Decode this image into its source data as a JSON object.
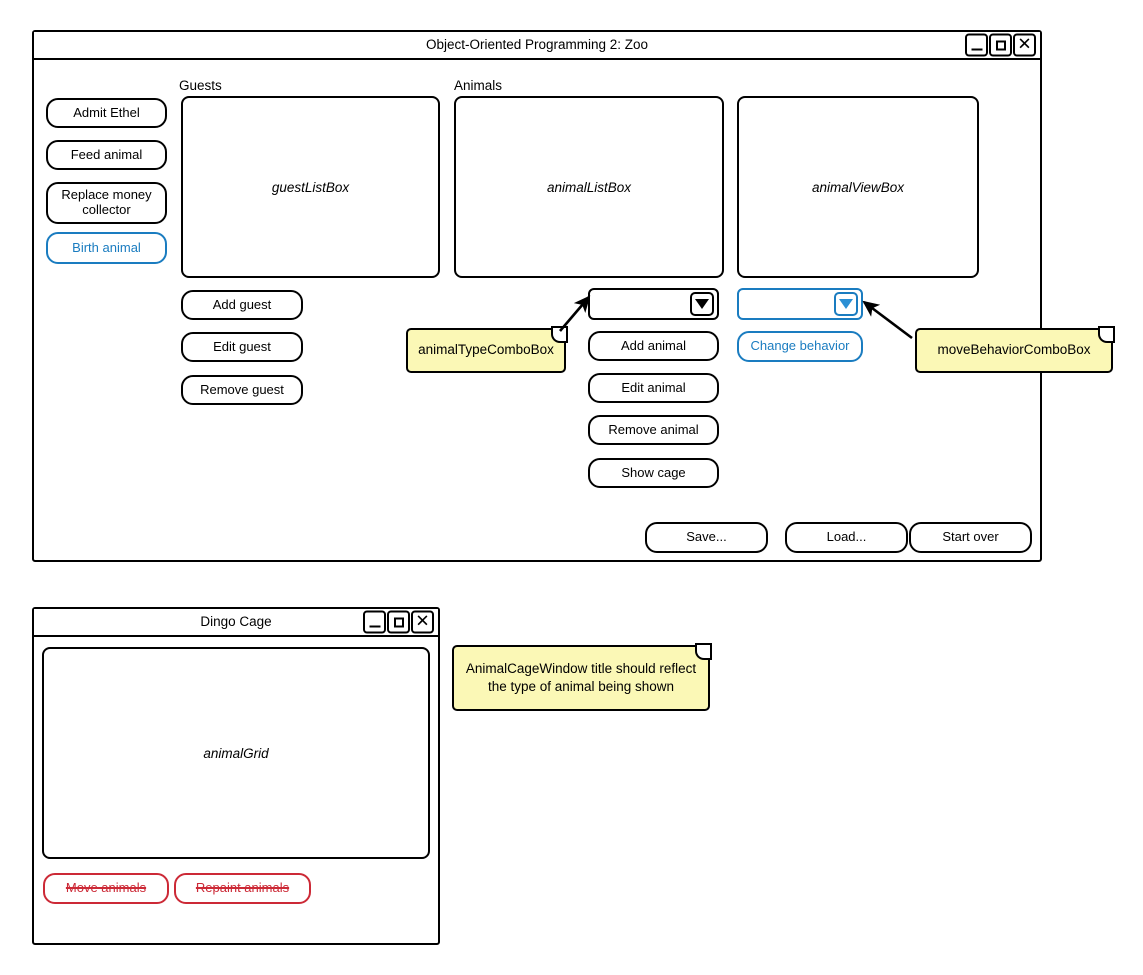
{
  "main_window": {
    "title": "Object-Oriented Programming 2: Zoo",
    "controls": {
      "minimize": "minimize-icon",
      "maximize": "maximize-icon",
      "close": "✕"
    },
    "action_buttons": [
      {
        "label": "Admit Ethel",
        "style": "default"
      },
      {
        "label": "Feed animal",
        "style": "default"
      },
      {
        "label": "Replace money collector",
        "style": "default"
      },
      {
        "label": "Birth animal",
        "style": "accent"
      }
    ],
    "guests_section": {
      "label": "Guests",
      "listbox_label": "guestListBox",
      "buttons": [
        {
          "label": "Add guest"
        },
        {
          "label": "Edit guest"
        },
        {
          "label": "Remove guest"
        }
      ]
    },
    "animals_section": {
      "label": "Animals",
      "listbox_label": "animalListBox",
      "viewbox_label": "animalViewBox",
      "type_combobox": {
        "value": "",
        "style": "default"
      },
      "behavior_combobox": {
        "value": "",
        "style": "accent"
      },
      "buttons": [
        {
          "label": "Add animal",
          "style": "default"
        },
        {
          "label": "Edit animal",
          "style": "default"
        },
        {
          "label": "Remove animal",
          "style": "default"
        },
        {
          "label": "Show cage",
          "style": "default"
        }
      ],
      "change_behavior_button": {
        "label": "Change behavior",
        "style": "accent"
      }
    },
    "footer_buttons": [
      {
        "label": "Save..."
      },
      {
        "label": "Load..."
      },
      {
        "label": "Start over"
      }
    ],
    "notes": [
      {
        "text": "animalTypeComboBox"
      },
      {
        "text": "moveBehaviorComboBox"
      }
    ]
  },
  "cage_window": {
    "title": "Dingo Cage",
    "controls": {
      "minimize": "minimize-icon",
      "maximize": "maximize-icon",
      "close": "✕"
    },
    "grid_label": "animalGrid",
    "buttons": [
      {
        "label": "Move animals",
        "style": "danger"
      },
      {
        "label": "Repaint animals",
        "style": "danger"
      }
    ]
  },
  "cage_note": {
    "line1": "AnimalCageWindow title should reflect",
    "line2": "the type of animal being shown"
  },
  "colors": {
    "accent_blue": "#1a7cc0",
    "danger_red": "#cc2936",
    "note_yellow": "#fbf8b6",
    "outline": "#000000"
  }
}
